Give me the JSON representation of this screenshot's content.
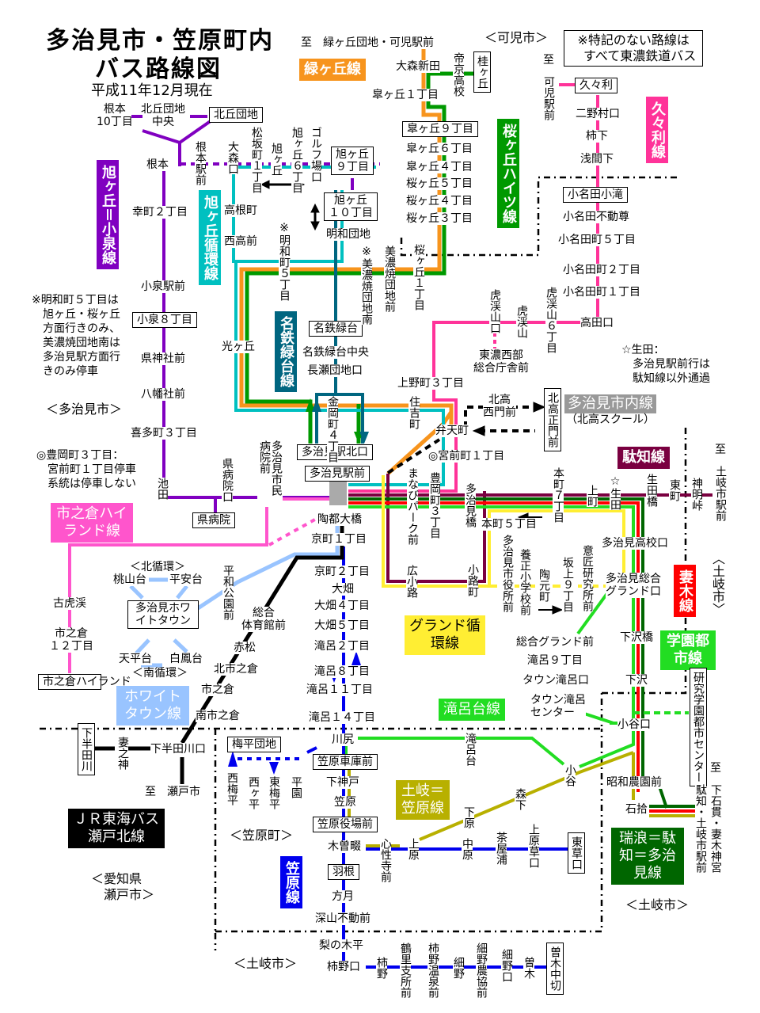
{
  "header": {
    "title_line1": "多治見市・笠原町内",
    "title_line2": "バス路線図",
    "date": "平成11年12月現在"
  },
  "legend_note": "※特記のない路線は\n　すべて東濃鉄道バス",
  "notes": {
    "meiwa": "※明和町５丁目は\n　旭ヶ丘・桜ヶ丘\n　方面行きのみ、\n　美濃焼団地南は\n　多治見駅方面行\n　きのみ停車",
    "toyooka": "◎豊岡町３丁目：\n　宮前町１丁目停車\n　系統は停車しない",
    "ikuta": "☆生田：\n　多治見駅前行は\n　駄知線以外通過"
  },
  "regions": {
    "kani": "＜可児市＞",
    "tajimi": "＜多治見市＞",
    "kasahara": "＜笠原町＞",
    "toki_bottom": "＜土岐市＞",
    "toki_right": "＜土岐市＞",
    "toki_east": "〈土岐市〉",
    "aichi": "＜愛知県\n　瀬戸市＞"
  },
  "route_colors": {
    "midorigaoka": "#f7941d",
    "sakuragaoka": "#009900",
    "kukuri": "#ff3399",
    "asahigaoka_koizumi": "#8000c0",
    "asahigaoka_loop": "#00c0c0",
    "meitetsu": "#006680",
    "ichinokura": "#ff55cc",
    "whitetown": "#99c4ff",
    "grand": "#ffee33",
    "dachi": "#7a0040",
    "tsumagi": "#ff0000",
    "gakuen": "#22dd22",
    "takiroda": "#22dd22",
    "toki_kasahara": "#b8b000",
    "kasahara": "#0000ee",
    "mizunami": "#006600",
    "jr": "#000000",
    "shinai": "#999999"
  },
  "route_badges": {
    "midorigaoka": "緑ヶ丘線",
    "sakuragaoka": "桜ヶ丘ハイツ線",
    "kukuri": "久々利線",
    "asahigaoka_koizumi": "旭ヶ丘＝小泉線",
    "asahigaoka_loop": "旭ヶ丘循環線",
    "meitetsu": "名鉄緑台線",
    "shinai": "多治見市内線",
    "shinai_sub": "（北高スクール）",
    "dachi": "駄知線",
    "tsumagi": "妻木線",
    "gakuen": "学園都市線",
    "ichinokura": "市之倉ハイランド線",
    "whitetown": "ホワイトタウン線",
    "grand": "グランド循環線",
    "takiroda": "滝呂台線",
    "toki_kasahara": "土岐＝笠原線",
    "kasahara": "笠原線",
    "mizunami": "瑞浪＝駄知＝多治見線",
    "jr": "ＪＲ東海バス瀬戸北線"
  },
  "terminals": {
    "kitaoka_danchi": "北丘団地",
    "asahi9": "旭ヶ丘\n９丁目",
    "asahi10": "旭ヶ丘\n１０丁目",
    "sakura9": "皐ヶ丘９丁目",
    "katsuragaoka": "桂ヶ丘",
    "kukuri": "久々利",
    "onada_kotaki": "小名田小滝",
    "koizumi8": "小泉８丁目",
    "meitetsu_midoridai": "名鉄緑台",
    "tajimi_north": "多治見駅北口",
    "tajimi_station": "多治見駅前",
    "kitako_seimon": "北高正門前",
    "ken_byoin": "県病院",
    "whitetown": "多治見ホワイトタウン",
    "ichinokura_highland": "市之倉ハイランド",
    "shimohandagawa": "下半田川",
    "umehira_danchi": "梅平団地",
    "kasahara_garage": "笠原車庫前",
    "kasahara_office": "笠原役場前",
    "hane": "羽根",
    "higashikusa": "東草口",
    "soginakagiri": "曽木中切",
    "gakuen_center": "研究学園都市センター"
  },
  "destinations": {
    "midorigaoka": "至　緑ヶ丘団地・可児駅前",
    "kani_st_to": "至",
    "kani_st": "可児駅前",
    "toki_st_to": "至",
    "toki_st": "土岐市駅前",
    "seto_to": "至　瀬戸市",
    "shimoishi_to": "至",
    "shimoishi": "下石貫・妻木神宮",
    "dachi_toki": "駄知・土岐市駅前"
  },
  "stops": {
    "nemoto10": "根本\n10丁目",
    "kitaoka_chuo": "北丘団地\n中央",
    "nemoto": "根本",
    "nemoto_eki": "根本駅前",
    "oomori": "大森口",
    "matsusaka1": "松坂町１丁目",
    "asahigaoka": "旭ヶ丘",
    "asahi6": "旭ヶ丘６丁目",
    "golf": "ゴルフ場口",
    "takanecho": "高根町",
    "nishitaka": "西高前",
    "meiwa5": "※明和町５丁目",
    "meiwa_danchi": "明和団地",
    "minoyaki_s": "※美濃焼団地南",
    "minoyaki_mae": "美濃焼団地前",
    "hikarigaoka": "光ヶ丘",
    "meitetsu_chuo": "名鉄緑台中央",
    "nagase": "長瀬団地口",
    "kanaoka4": "金岡町４丁目",
    "sumiyoshi": "住吉町",
    "oomorishinden": "大森新田",
    "teikyo": "帝京高校",
    "sakura1": "皐ヶ丘１丁目",
    "sakura6": "皐ヶ丘６丁目",
    "sakura4a": "皐ヶ丘４丁目",
    "sakura5": "桜ヶ丘５丁目",
    "sakura4b": "桜ヶ丘４丁目",
    "sakura3": "桜ヶ丘３丁目",
    "sakuragaoka1": "桜ヶ丘１丁目",
    "ninomura": "二野村口",
    "kakishita": "柿下",
    "sengenshita": "浅間下",
    "onada_fudo": "小名田不動尊",
    "onada5": "小名田町５丁目",
    "onada2": "小名田町２丁目",
    "onada1": "小名田町１丁目",
    "takata": "高田口",
    "kokeiyama6": "虎渓山６丁目",
    "kokeiyama": "虎渓山",
    "kokeiyama_guchi": "虎渓山口",
    "tono_seibu": "東濃西部\n総合庁舎前",
    "ueno3": "上野町３丁目",
    "kitako_nishi": "北高\n西門前",
    "benten": "弁天町",
    "miyamae1": "◎宮前町１丁目",
    "toyooka3": "豊岡町３丁目",
    "manabi": "まなびパーク前",
    "tajimibashi": "多治見橋",
    "honmachi7": "本町７丁目",
    "honmachi5": "本町５丁目",
    "kamimachi": "上町",
    "ikuta": "☆生田",
    "ikutabashi": "生田橋",
    "higashimachi": "東町",
    "kamiakitoge": "神明峠",
    "tajimi_hs": "多治見高校口",
    "sogo_grand_guchi": "多治見総合\nグランド口",
    "hirokoji": "広小路",
    "kojimachi": "小路町",
    "shiyakusho": "多治見市役所前",
    "yosei": "養正小学校前",
    "togen": "陶元町",
    "sakaue9": "坂上９丁目",
    "isho": "意匠研究所前",
    "sogo_grand_mae": "総合グランド前",
    "takiro9": "滝呂９丁目",
    "town_takiro": "タウン滝呂口",
    "town_center": "タウン滝呂\nセンター",
    "shimozawabashi": "下沢橋",
    "shimozawa": "下沢",
    "otani_guchi": "小谷口",
    "showa_noen": "昭和農園前",
    "ishihiro": "石拾",
    "koizumi_eki": "小泉駅前",
    "saiwai2": "幸町２丁目",
    "ken_jinja": "県神社前",
    "hachiman": "八幡社前",
    "kita3": "喜多町３丁目",
    "ikeda": "池田",
    "ken_byoin_guchi": "県病院口",
    "byoin_mae": "病院前",
    "shimin": "多治見市民",
    "toto_ohashi": "陶都大橋",
    "kyomachi1": "京町１丁目",
    "kyomachi2": "京町２丁目",
    "ohata": "大畑",
    "ohata4": "大畑４丁目",
    "ohata5": "大畑５丁目",
    "takiro2": "滝呂２丁目",
    "takiro8": "滝呂８丁目",
    "takiro11": "滝呂１１丁目",
    "takiro14": "滝呂１４丁目",
    "kawajiri": "川尻",
    "takirodai": "滝呂台",
    "otani": "小谷",
    "morishita": "森下",
    "shimohara": "下原",
    "kamihara": "上原",
    "nakahara": "中原",
    "chayaura": "茶屋浦",
    "kamiharakusa": "上原草口",
    "shinshoji": "心性寺前",
    "kisobara": "木曽畷",
    "shimokando": "下神戸",
    "kasahara": "笠原",
    "hozuki": "方月",
    "fukayama": "深山不動前",
    "nashinokidaira": "梨の木平",
    "kakino_guchi": "柿野口",
    "kakino": "柿野",
    "tsurusato": "鶴里支所前",
    "kakino_onsen": "柿野温泉前",
    "hosono": "細野",
    "hosono_nokyo": "細野農協前",
    "hosono_guchi": "細野口",
    "sogi": "曽木",
    "nishiumehira": "西梅平",
    "nishigadaira": "西ヶ平",
    "higashiumehira": "東梅平",
    "heien": "平園",
    "heiwa_koen": "平和公園前",
    "sogo_taiikukan": "総合\n体育館前",
    "akamatsu": "赤松",
    "kita_ichinokura": "北市之倉",
    "ichinokura": "市之倉",
    "minami_ichinokura": "南市之倉",
    "momoyamadai": "桃山台",
    "heiandai": "平安台",
    "tenpeidai": "天平台",
    "hakuhodai": "白鳳台",
    "north_loop": "＜北循環＞",
    "south_loop": "＜南循環＞",
    "furukokei": "古虎渓",
    "ichinokura12": "市之倉\n１２丁目",
    "tsumanokami": "妻之神",
    "shimohandagawa_guchi": "下半田川口"
  }
}
